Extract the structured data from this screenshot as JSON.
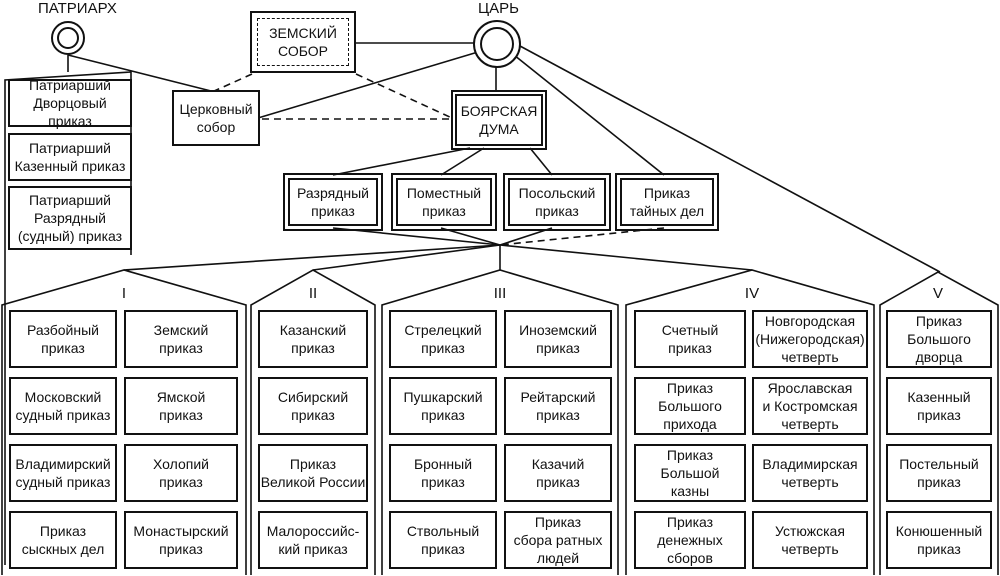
{
  "top": {
    "patriarch": "ПАТРИАРХ",
    "tsar": "ЦАРЬ",
    "zemsky_sobor": "ЗЕМСКИЙ\nСОБОР",
    "church_council": "Церковный\nсобор",
    "boyar_duma": "БОЯРСКАЯ\nДУМА"
  },
  "patriarch_prikazy": [
    "Патриарший\nДворцовый приказ",
    "Патриарший\nКазенный приказ",
    "Патриарший\nРазрядный\n(судный) приказ"
  ],
  "central_prikazy": [
    "Разрядный\nприказ",
    "Поместный\nприказ",
    "Посольский\nприказ",
    "Приказ\nтайных дел"
  ],
  "groups": [
    {
      "number": "I",
      "items": [
        "Разбойный\nприказ",
        "Земский\nприказ",
        "Московский\nсудный приказ",
        "Ямской\nприказ",
        "Владимирский\nсудный приказ",
        "Холопий\nприказ",
        "Приказ\nсыскных дел",
        "Монастырский\nприказ"
      ]
    },
    {
      "number": "II",
      "items": [
        "Казанский\nприказ",
        "Сибирский\nприказ",
        "Приказ\nВеликой России",
        "Малороссийс-\nкий приказ"
      ]
    },
    {
      "number": "III",
      "items": [
        "Стрелецкий\nприказ",
        "Иноземский\nприказ",
        "Пушкарский\nприказ",
        "Рейтарский\nприказ",
        "Бронный\nприказ",
        "Казачий\nприказ",
        "Ствольный\nприказ",
        "Приказ\nсбора ратных\nлюдей"
      ]
    },
    {
      "number": "IV",
      "items": [
        "Счетный\nприказ",
        "Новгородская\n(Нижегородская)\nчетверть",
        "Приказ\nБольшого\nприхода",
        "Ярославская\nи Костромская\nчетверть",
        "Приказ\nБольшой\nказны",
        "Владимирская\nчетверть",
        "Приказ\nденежных\nсборов",
        "Устюжская\nчетверть"
      ]
    },
    {
      "number": "V",
      "items": [
        "Приказ\nБольшого\nдворца",
        "Казенный\nприказ",
        "Постельный\nприказ",
        "Конюшенный\nприказ"
      ]
    }
  ]
}
